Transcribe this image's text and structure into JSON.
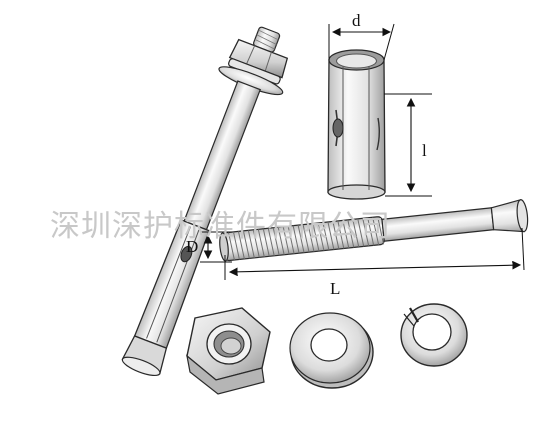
{
  "watermark": {
    "text": "深圳深护标准件有限公司"
  },
  "dimensions": {
    "d_label": "d",
    "l_label": "l",
    "D_label": "D",
    "L_label": "L"
  },
  "colors": {
    "outline": "#2a2a2a",
    "metal_light": "#f3f3f3",
    "metal_mid": "#d6d6d6",
    "metal_dark": "#9a9a9a",
    "dim_line": "#111111",
    "watermark": "#c8c8c8"
  }
}
